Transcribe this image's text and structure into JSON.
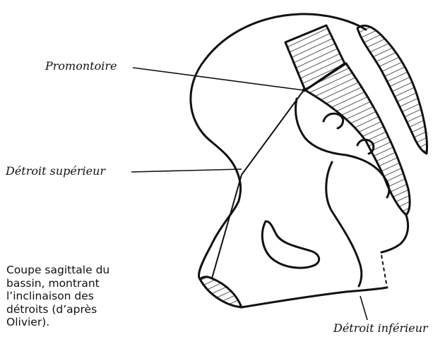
{
  "labels": {
    "promontoire": "Promontoire",
    "detroit_superieur": "Détroit supérieur",
    "detroit_inferieur": "Détroit inférieur"
  },
  "caption": {
    "lines": [
      "Coupe sagittale du",
      "bassin, montrant",
      "l’inclinaison des",
      "détroits (d’après",
      "Olivier)."
    ]
  },
  "colors": {
    "ink": "#111111",
    "paper": "#ffffff"
  }
}
